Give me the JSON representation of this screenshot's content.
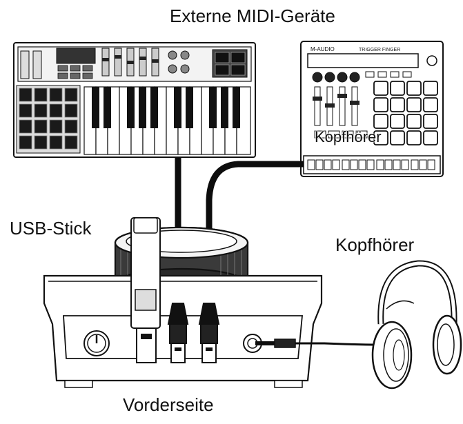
{
  "labels": {
    "external_midi": "Externe MIDI-Geräte",
    "usb_stick": "USB-Stick",
    "headphones": "Kopfhörer",
    "front_side": "Vorderseite",
    "overlay_headphones": "Kopfhörer"
  },
  "devices": {
    "pad_controller_brand": "M-AUDIO",
    "pad_controller_model": "TRIGGER FINGER"
  },
  "colors": {
    "line": "#111111",
    "background": "#ffffff",
    "pad_fill": "#1a1a1a",
    "cable": "#0d0d0d"
  }
}
